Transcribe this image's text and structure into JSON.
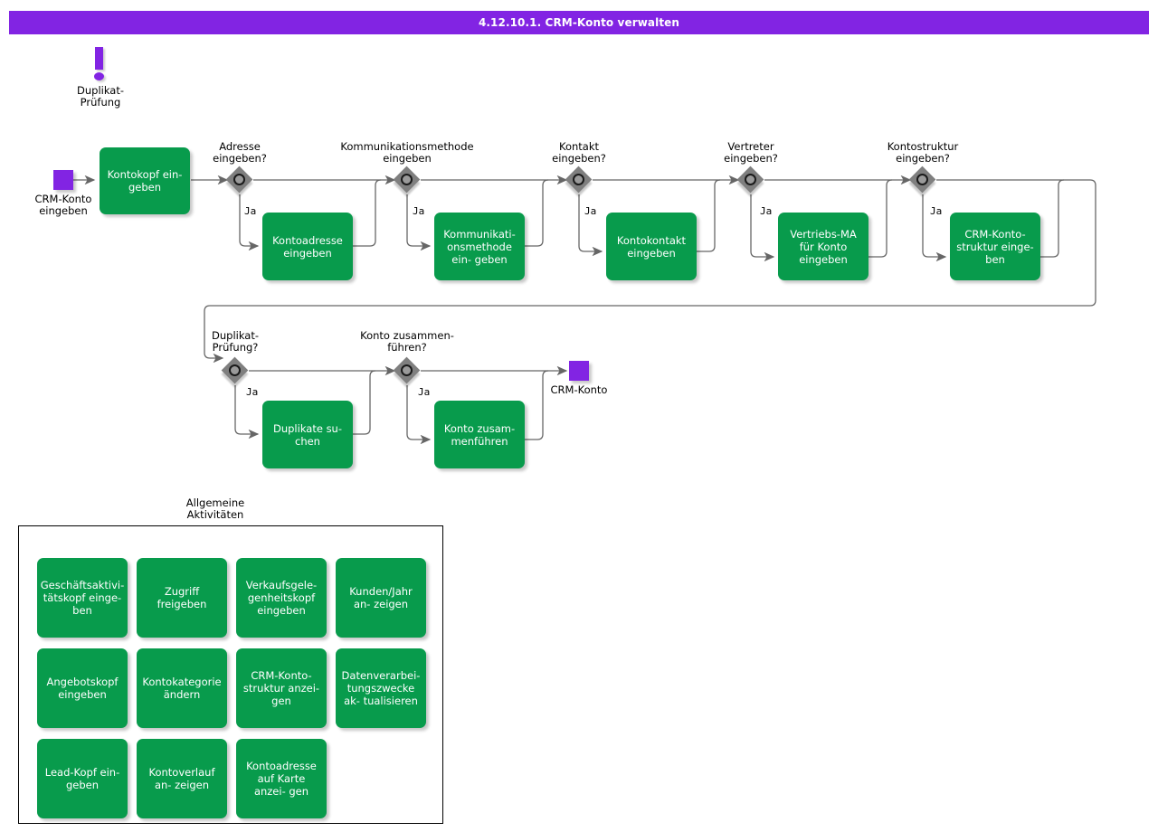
{
  "title": "4.12.10.1. CRM-Konto verwalten",
  "colors": {
    "title_bar": "#8224E3",
    "task_green": "#089B4C",
    "event_purple": "#8224E3",
    "gateway_gray": "#7F7F7F",
    "connector": "#666666",
    "text_on_task": "#FFFFFF",
    "canvas": "#FFFFFF"
  },
  "annotation": {
    "icon": "exclamation-icon",
    "label": "Duplikat-\nPrüfung"
  },
  "events": {
    "start": {
      "label": "CRM-Konto\neingeben",
      "type": "start-event"
    },
    "end": {
      "label": "CRM-Konto",
      "type": "end-event"
    }
  },
  "flow": {
    "yes_label": "Ja",
    "tasks": {
      "kontokopf": "Kontokopf ein-\ngeben",
      "kontoadresse": "Kontoadresse\neingeben",
      "kommunikationsmethode": "Kommunikati-\nonsmethode ein-\ngeben",
      "kontokontakt": "Kontokontakt\neingeben",
      "vertriebs_ma": "Vertriebs-MA für\nKonto eingeben",
      "crm_kontostruktur": "CRM-Konto-\nstruktur einge-\nben",
      "duplikate_suchen": "Duplikate su-\nchen",
      "konto_zusammenfuehren": "Konto zusam-\nmenführen"
    },
    "gateways": {
      "adresse": "Adresse\neingeben?",
      "kommunikation": "Kommunikationsmethode\neingeben",
      "kontakt": "Kontakt\neingeben?",
      "vertreter": "Vertreter\neingeben?",
      "kontostruktur": "Kontostruktur\neingeben?",
      "duplikat": "Duplikat-\nPrüfung?",
      "zusammenfuehren": "Konto zusammen-\nführen?"
    }
  },
  "group": {
    "title": "Allgemeine\nAktivitäten",
    "items": [
      "Geschäftsaktivi-\ntätskopf einge-\nben",
      "Zugriff freigeben",
      "Verkaufsgele-\ngenheitskopf\neingeben",
      "Kunden/Jahr an-\nzeigen",
      "Angebotskopf\neingeben",
      "Kontokategorie\nändern",
      "CRM-Konto-\nstruktur anzei-\ngen",
      "Datenverarbei-\ntungszwecke ak-\ntualisieren",
      "Lead-Kopf ein-\ngeben",
      "Kontoverlauf an-\nzeigen",
      "Kontoadresse\nauf Karte anzei-\ngen"
    ]
  }
}
